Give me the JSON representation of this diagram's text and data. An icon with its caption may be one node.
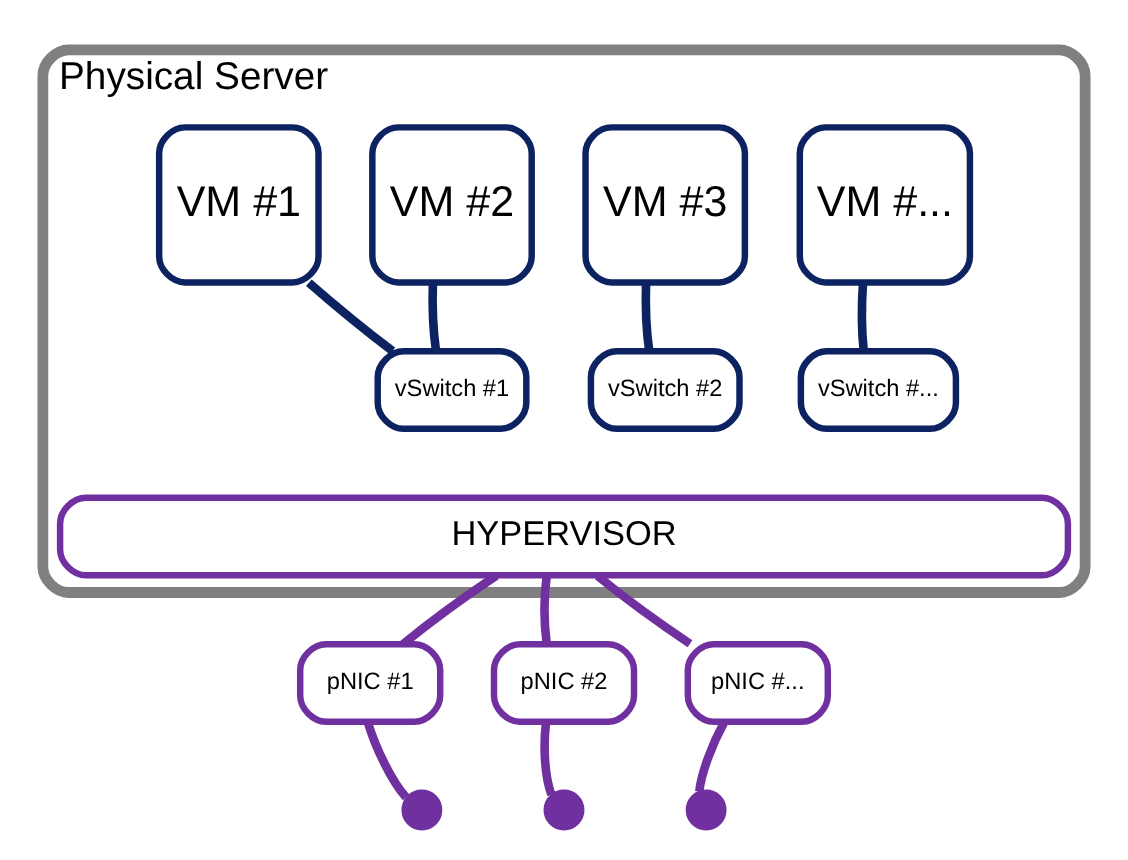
{
  "diagram": {
    "nodes": [
      {
        "text": [
          "Physical Server"
        ]
      },
      {
        "text": [
          "VM #1"
        ],
        "in": 0
      },
      {
        "text": [
          "VM #2"
        ],
        "in": 0
      },
      {
        "text": [
          "VM #3"
        ],
        "in": 0
      },
      {
        "text": [
          "VM #..."
        ],
        "in": 0
      },
      {
        "text": [
          "vSwitch #1"
        ],
        "in": 0
      },
      {
        "text": [
          "vSwitch #2"
        ],
        "in": 0
      },
      {
        "text": [
          "vSwitch #..."
        ],
        "in": 0
      },
      {
        "text": [
          "HYPERVISOR"
        ],
        "in": 0
      },
      {
        "text": [
          "pNIC #1"
        ]
      },
      {
        "text": [
          "pNIC #2"
        ]
      },
      {
        "text": [
          "pNIC #..."
        ]
      },
      {
        "text": [],
        "shape": "circle"
      },
      {
        "text": [],
        "shape": "circle"
      },
      {
        "text": [],
        "shape": "circle"
      }
    ],
    "edges": [
      {
        "from": 1,
        "to": 5,
        "arrow": "none",
        "color": "#0d2260"
      },
      {
        "from": 2,
        "to": 5,
        "arrow": "none",
        "color": "#0d2260"
      },
      {
        "from": 3,
        "to": 6,
        "arrow": "none",
        "color": "#0d2260"
      },
      {
        "from": 4,
        "to": 7,
        "arrow": "none",
        "color": "#0d2260"
      },
      {
        "from": 8,
        "to": 9,
        "arrow": "none"
      },
      {
        "from": 8,
        "to": 10,
        "arrow": "none"
      },
      {
        "from": 8,
        "to": 11,
        "arrow": "none"
      },
      {
        "from": 9,
        "to": 12,
        "arrow": "none"
      },
      {
        "from": 10,
        "to": 13,
        "arrow": "none"
      },
      {
        "from": 11,
        "to": 14,
        "arrow": "none"
      }
    ]
  }
}
